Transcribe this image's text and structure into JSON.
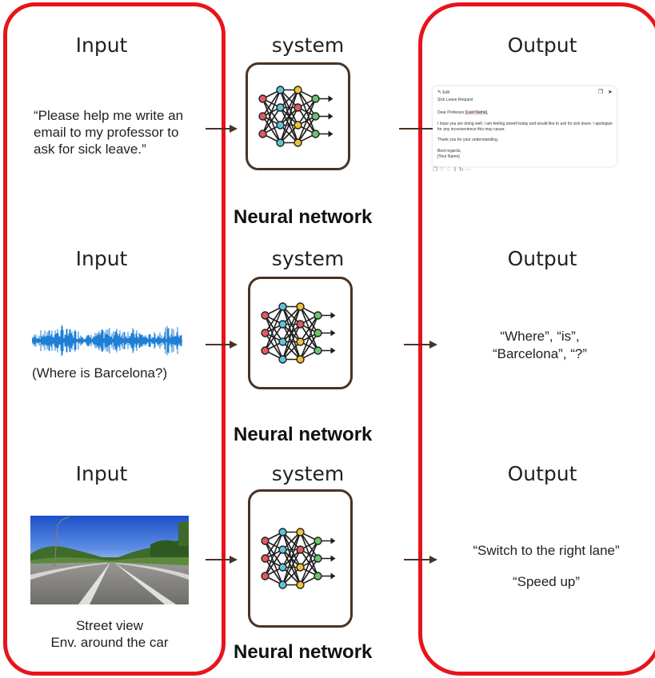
{
  "headers": {
    "input": "Input",
    "system": "system",
    "output": "Output"
  },
  "network_label": "Neural network",
  "rows": [
    {
      "input_text": "“Please help me write an email to my professor to ask for sick leave.”",
      "input_lines": [
        "“Please help me write an",
        "email to my professor to",
        "ask for sick leave.”"
      ],
      "output_email": {
        "edit_label": "Edit",
        "subject": "Sick Leave Request",
        "greeting_prefix": "Dear Professor ",
        "greeting_name": "[Last Name]",
        "greeting_suffix": ",",
        "body_line1": "I hope you are doing well. I am feeling unwell today and would like to ask for sick leave. I apologize",
        "body_line2": "for any inconvenience this may cause.",
        "thanks": "Thank you for your understanding.",
        "closing": "Best regards,",
        "signature": "[Your Name]",
        "action_icons": [
          "copy-icon",
          "thumbs-up-icon",
          "thumbs-down-icon",
          "share-icon",
          "refresh-icon",
          "more-icon"
        ]
      }
    },
    {
      "input_caption": "(Where is Barcelona?)",
      "input_graphic": "audio-waveform",
      "output_lines": [
        "“Where”,  “is”,",
        "“Barcelona”, “?”"
      ]
    },
    {
      "input_graphic": "street-view-photo",
      "input_caption_lines": [
        "Street view",
        "Env. around the car"
      ],
      "output_lines": [
        "“Switch to the right lane”",
        "“Speed up”"
      ]
    }
  ],
  "colors": {
    "panel_border": "#e8141b",
    "system_border": "#4a3325",
    "arrow": "#4a3325",
    "waveform": "#1f7fd4"
  }
}
